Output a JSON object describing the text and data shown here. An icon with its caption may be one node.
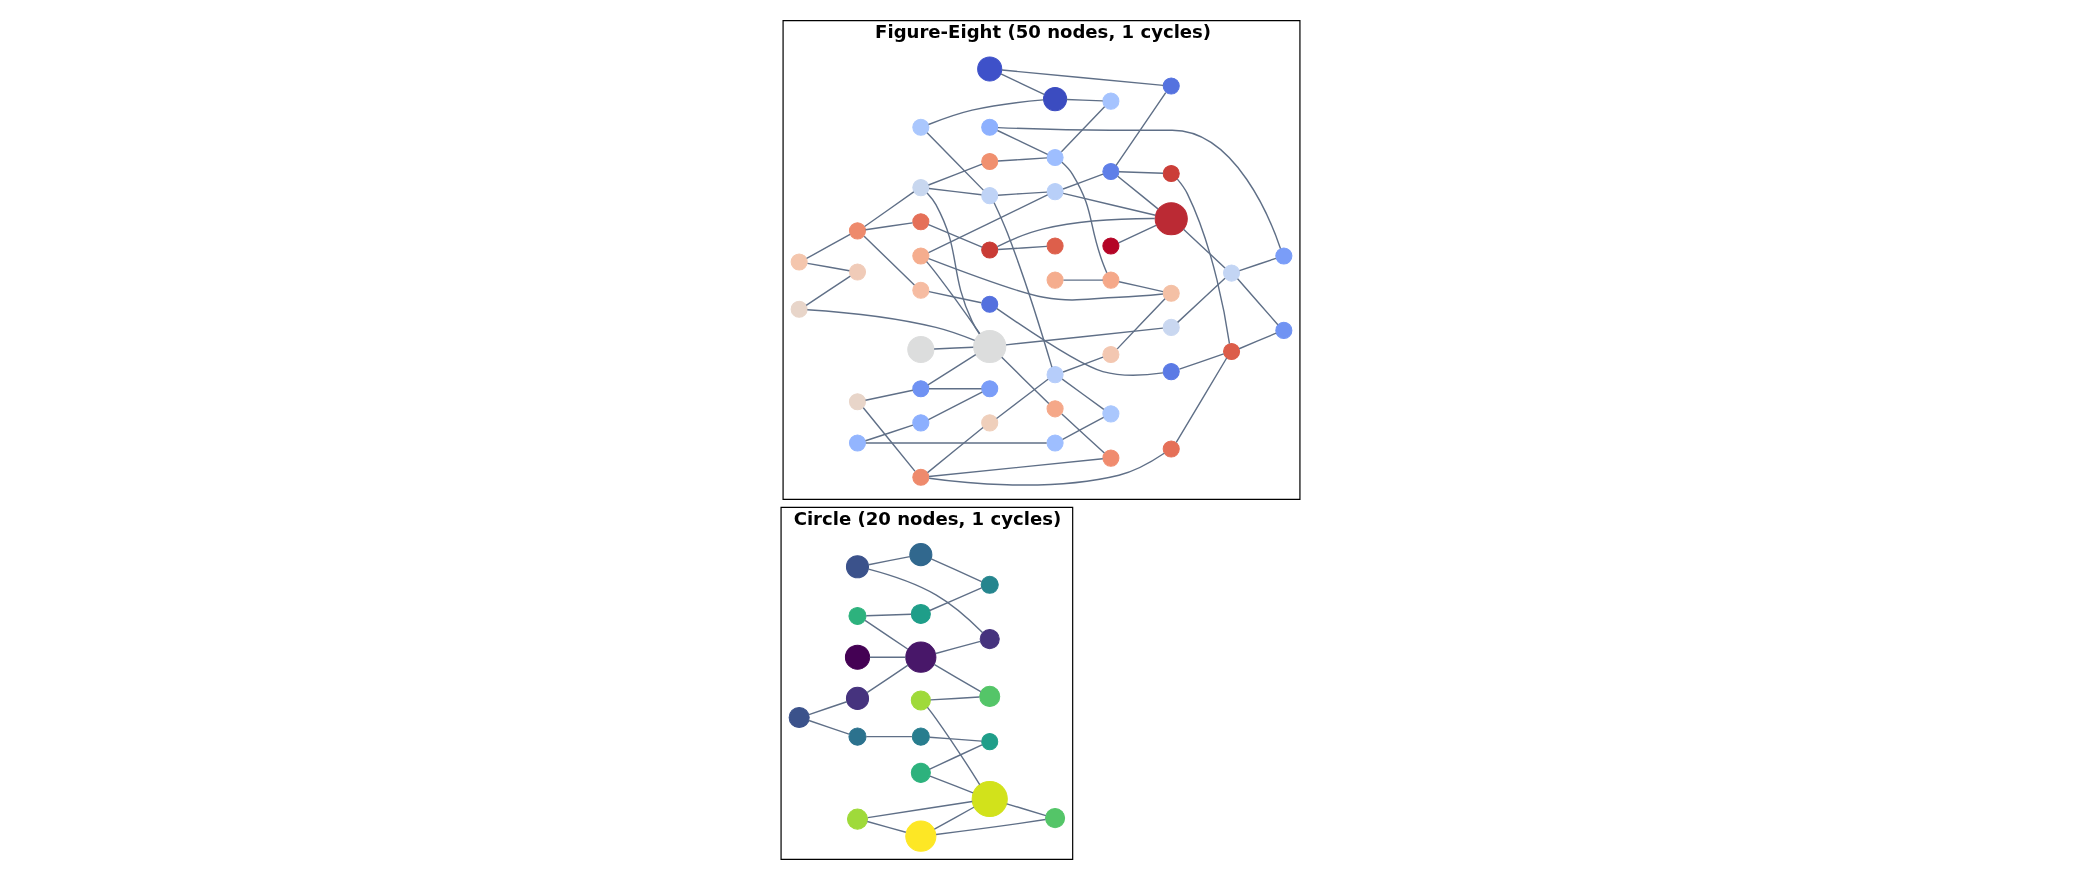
{
  "diagram": {
    "nodes": [
      {
        "text": [
          "Circle (20 nodes, 1 cycles)"
        ]
      },
      {
        "text": [],
        "shape": "circle",
        "in": 0
      },
      {
        "text": [],
        "shape": "circle",
        "in": 0
      },
      {
        "text": [],
        "shape": "circle",
        "in": 0
      },
      {
        "text": [],
        "shape": "circle",
        "in": 0
      },
      {
        "text": [],
        "shape": "circle",
        "in": 0
      },
      {
        "text": [],
        "shape": "circle",
        "in": 0
      },
      {
        "text": [],
        "shape": "circle",
        "in": 0
      },
      {
        "text": [],
        "shape": "circle",
        "in": 0
      },
      {
        "text": [],
        "shape": "circle",
        "in": 0
      },
      {
        "text": [],
        "shape": "circle",
        "in": 0
      },
      {
        "text": [],
        "shape": "circle",
        "in": 0
      },
      {
        "text": [],
        "shape": "circle",
        "in": 0
      },
      {
        "text": [],
        "shape": "circle",
        "in": 0
      },
      {
        "text": [],
        "shape": "circle",
        "in": 0
      },
      {
        "text": [],
        "shape": "circle",
        "in": 0
      },
      {
        "text": [],
        "shape": "circle",
        "in": 0
      },
      {
        "text": [],
        "shape": "circle",
        "in": 0
      },
      {
        "text": [],
        "shape": "circle",
        "in": 0
      },
      {
        "text": [],
        "shape": "circle",
        "in": 0
      },
      {
        "text": [],
        "shape": "circle",
        "in": 0
      },
      {
        "text": [
          "Figure-Eight (50 nodes, 1 cycles)"
        ]
      },
      {
        "text": [],
        "shape": "circle",
        "in": 21
      },
      {
        "text": [],
        "shape": "circle",
        "in": 21
      },
      {
        "text": [],
        "shape": "circle",
        "in": 21
      },
      {
        "text": [],
        "shape": "circle",
        "in": 21
      },
      {
        "text": [],
        "shape": "circle",
        "in": 21
      },
      {
        "text": [],
        "shape": "circle",
        "in": 21
      },
      {
        "text": [],
        "shape": "circle",
        "in": 21
      },
      {
        "text": [],
        "shape": "circle",
        "in": 21
      },
      {
        "text": [],
        "shape": "circle",
        "in": 21
      },
      {
        "text": [],
        "shape": "circle",
        "in": 21
      },
      {
        "text": [],
        "shape": "circle",
        "in": 21
      },
      {
        "text": [],
        "shape": "circle",
        "in": 21
      },
      {
        "text": [],
        "shape": "circle",
        "in": 21
      },
      {
        "text": [],
        "shape": "circle",
        "in": 21
      },
      {
        "text": [],
        "shape": "circle",
        "in": 21
      },
      {
        "text": [],
        "shape": "circle",
        "in": 21
      },
      {
        "text": [],
        "shape": "circle",
        "in": 21
      },
      {
        "text": [],
        "shape": "circle",
        "in": 21
      },
      {
        "text": [],
        "shape": "circle",
        "in": 21
      },
      {
        "text": [],
        "shape": "circle",
        "in": 21
      },
      {
        "text": [],
        "shape": "circle",
        "in": 21
      },
      {
        "text": [],
        "shape": "circle",
        "in": 21
      },
      {
        "text": [],
        "shape": "circle",
        "in": 21
      },
      {
        "text": [],
        "shape": "circle",
        "in": 21
      },
      {
        "text": [],
        "shape": "circle",
        "in": 21
      },
      {
        "text": [],
        "shape": "circle",
        "in": 21
      },
      {
        "text": [],
        "shape": "circle",
        "in": 21
      },
      {
        "text": [],
        "shape": "circle",
        "in": 21
      },
      {
        "text": [],
        "shape": "circle",
        "in": 21
      },
      {
        "text": [],
        "shape": "circle",
        "in": 21
      },
      {
        "text": [],
        "shape": "circle",
        "in": 21
      },
      {
        "text": [],
        "shape": "circle",
        "in": 21
      },
      {
        "text": [],
        "shape": "circle",
        "in": 21
      },
      {
        "text": [],
        "shape": "circle",
        "in": 21
      },
      {
        "text": [],
        "shape": "circle",
        "in": 21
      },
      {
        "text": [],
        "shape": "circle",
        "in": 21
      },
      {
        "text": [],
        "shape": "circle",
        "in": 21
      },
      {
        "text": [],
        "shape": "circle",
        "in": 21
      },
      {
        "text": [],
        "shape": "circle",
        "in": 21
      },
      {
        "text": [],
        "shape": "circle",
        "in": 21
      },
      {
        "text": [],
        "shape": "circle",
        "in": 21
      },
      {
        "text": [],
        "shape": "circle",
        "in": 21
      },
      {
        "text": [],
        "shape": "circle",
        "in": 21
      },
      {
        "text": [],
        "shape": "circle",
        "in": 21
      },
      {
        "text": [],
        "shape": "circle",
        "in": 21
      },
      {
        "text": [],
        "shape": "circle",
        "in": 21
      },
      {
        "text": [],
        "shape": "circle",
        "in": 21
      },
      {
        "text": [],
        "shape": "circle",
        "in": 21
      },
      {
        "text": [],
        "shape": "circle",
        "in": 21
      },
      {
        "text": [],
        "shape": "circle",
        "in": 21
      }
    ],
    "edges": [
      {
        "from": 1,
        "to": 5,
        "arrow": "none"
      },
      {
        "from": 2,
        "to": 3,
        "arrow": "none"
      },
      {
        "from": 2,
        "to": 7,
        "arrow": "none"
      },
      {
        "from": 3,
        "to": 5,
        "arrow": "none"
      },
      {
        "from": 4,
        "to": 5,
        "arrow": "none"
      },
      {
        "from": 4,
        "to": 9,
        "arrow": "none"
      },
      {
        "from": 5,
        "to": 11,
        "arrow": "none"
      },
      {
        "from": 5,
        "to": 14,
        "arrow": "none"
      },
      {
        "from": 6,
        "to": 14,
        "arrow": "none"
      },
      {
        "from": 6,
        "to": 17,
        "arrow": "none"
      },
      {
        "from": 7,
        "to": 13,
        "arrow": "none"
      },
      {
        "from": 8,
        "to": 16,
        "arrow": "none"
      },
      {
        "from": 8,
        "to": 12,
        "arrow": "none"
      },
      {
        "from": 9,
        "to": 19,
        "arrow": "none"
      },
      {
        "from": 10,
        "to": 11,
        "arrow": "none"
      },
      {
        "from": 10,
        "to": 16,
        "arrow": "none"
      },
      {
        "from": 12,
        "to": 16,
        "arrow": "none"
      },
      {
        "from": 12,
        "to": 18,
        "arrow": "none"
      },
      {
        "from": 13,
        "to": 20,
        "arrow": "none"
      },
      {
        "from": 15,
        "to": 16,
        "arrow": "none"
      },
      {
        "from": 15,
        "to": 20,
        "arrow": "none"
      },
      {
        "from": 16,
        "to": 18,
        "arrow": "none"
      },
      {
        "from": 17,
        "to": 19,
        "arrow": "none"
      },
      {
        "from": 22,
        "to": 39,
        "arrow": "none"
      },
      {
        "from": 23,
        "to": 24,
        "arrow": "none"
      },
      {
        "from": 23,
        "to": 36,
        "arrow": "none"
      },
      {
        "from": 24,
        "to": 26,
        "arrow": "none"
      },
      {
        "from": 24,
        "to": 25,
        "arrow": "none"
      },
      {
        "from": 24,
        "to": 28,
        "arrow": "none"
      },
      {
        "from": 25,
        "to": 29,
        "arrow": "none"
      },
      {
        "from": 25,
        "to": 39,
        "arrow": "none"
      },
      {
        "from": 25,
        "to": 46,
        "arrow": "none"
      },
      {
        "from": 26,
        "to": 47,
        "arrow": "none"
      },
      {
        "from": 27,
        "to": 33,
        "arrow": "none"
      },
      {
        "from": 27,
        "to": 51,
        "arrow": "none"
      },
      {
        "from": 28,
        "to": 31,
        "arrow": "none"
      },
      {
        "from": 29,
        "to": 33,
        "arrow": "none"
      },
      {
        "from": 30,
        "to": 37,
        "arrow": "none"
      },
      {
        "from": 30,
        "to": 35,
        "arrow": "none"
      },
      {
        "from": 31,
        "to": 40,
        "arrow": "none"
      },
      {
        "from": 31,
        "to": 56,
        "arrow": "none"
      },
      {
        "from": 32,
        "to": 39,
        "arrow": "none"
      },
      {
        "from": 32,
        "to": 36,
        "arrow": "none"
      },
      {
        "from": 33,
        "to": 53,
        "arrow": "none"
      },
      {
        "from": 33,
        "to": 54,
        "arrow": "none"
      },
      {
        "from": 34,
        "to": 46,
        "arrow": "none"
      },
      {
        "from": 34,
        "to": 43,
        "arrow": "none"
      },
      {
        "from": 43,
        "to": 54,
        "arrow": "none"
      },
      {
        "from": 42,
        "to": 43,
        "arrow": "none"
      },
      {
        "from": 42,
        "to": 50,
        "arrow": "none"
      },
      {
        "from": 35,
        "to": 44,
        "arrow": "none"
      },
      {
        "from": 35,
        "to": 58,
        "arrow": "none"
      },
      {
        "from": 35,
        "to": 55,
        "arrow": "none"
      },
      {
        "from": 37,
        "to": 39,
        "arrow": "none"
      },
      {
        "from": 37,
        "to": 57,
        "arrow": "none"
      },
      {
        "from": 38,
        "to": 39,
        "arrow": "none"
      },
      {
        "from": 38,
        "to": 49,
        "arrow": "none"
      },
      {
        "from": 38,
        "to": 66,
        "arrow": "none"
      },
      {
        "from": 39,
        "to": 41,
        "arrow": "none"
      },
      {
        "from": 39,
        "to": 65,
        "arrow": "none"
      },
      {
        "from": 41,
        "to": 55,
        "arrow": "none"
      },
      {
        "from": 44,
        "to": 67,
        "arrow": "none"
      },
      {
        "from": 45,
        "to": 52,
        "arrow": "none"
      },
      {
        "from": 45,
        "to": 69,
        "arrow": "none"
      },
      {
        "from": 46,
        "to": 49,
        "arrow": "none"
      },
      {
        "from": 46,
        "to": 60,
        "arrow": "none"
      },
      {
        "from": 47,
        "to": 70,
        "arrow": "none"
      },
      {
        "from": 48,
        "to": 53,
        "arrow": "none"
      },
      {
        "from": 52,
        "to": 57,
        "arrow": "none"
      },
      {
        "from": 53,
        "to": 66,
        "arrow": "none"
      },
      {
        "from": 49,
        "to": 56,
        "arrow": "none"
      },
      {
        "from": 49,
        "to": 59,
        "arrow": "none"
      },
      {
        "from": 59,
        "to": 56,
        "arrow": "none"
      },
      {
        "from": 59,
        "to": 62,
        "arrow": "none"
      },
      {
        "from": 59,
        "to": 50,
        "arrow": "none"
      },
      {
        "from": 56,
        "to": 61,
        "arrow": "none"
      },
      {
        "from": 58,
        "to": 60,
        "arrow": "none"
      },
      {
        "from": 60,
        "to": 68,
        "arrow": "none"
      },
      {
        "from": 60,
        "to": 71,
        "arrow": "none"
      },
      {
        "from": 64,
        "to": 56,
        "arrow": "none"
      },
      {
        "from": 65,
        "to": 61,
        "arrow": "none"
      },
      {
        "from": 69,
        "to": 71,
        "arrow": "none"
      },
      {
        "from": 70,
        "to": 67,
        "arrow": "none"
      },
      {
        "from": 62,
        "to": 67,
        "arrow": "none"
      },
      {
        "from": 67,
        "to": 63,
        "arrow": "none"
      },
      {
        "from": 68,
        "to": 66,
        "arrow": "none"
      },
      {
        "from": 61,
        "to": 63,
        "arrow": "none"
      },
      {
        "from": 61,
        "to": 51,
        "arrow": "none"
      }
    ]
  }
}
